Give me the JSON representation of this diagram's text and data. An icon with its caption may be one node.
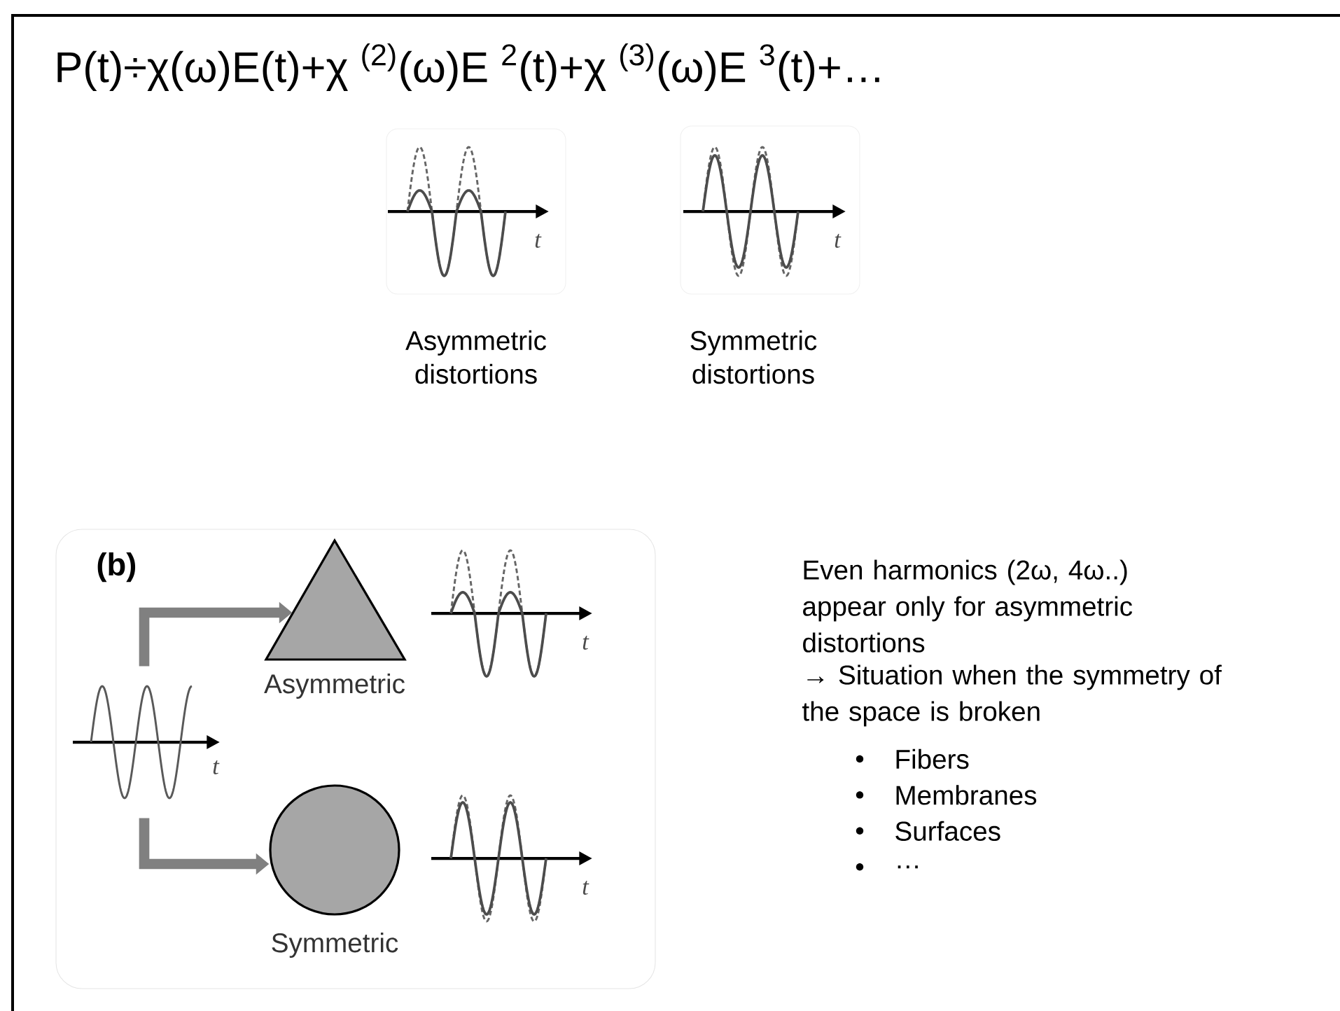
{
  "diagram": {
    "title": "P(t)÷χ(ω)E(t)+χ $^{(2)}$(ω)E $^{2}$(t)+χ $^{(3)}$(ω)E $^{3}$(t)+…",
    "nodes": [
      {
        "text": [
          "(b)"
        ]
      },
      {
        "text": [],
        "shape": "picture",
        "in": 0
      },
      {
        "text": [
          "Asymmetric"
        ],
        "in": 0
      },
      {
        "text": [
          "Symmetric"
        ],
        "in": 0
      }
    ],
    "edges": [
      {
        "from": 1,
        "to": 2,
        "arrow": "to"
      },
      {
        "from": 1,
        "to": 3,
        "arrow": "to"
      }
    ],
    "labels": [
      "t",
      "t",
      "Asymmetric distortions",
      "Symmetric distortions",
      "t",
      "t",
      "t",
      "Even harmonics (2ω, 4ω..) appear only for asymmetric distortions",
      "→ Situation when the symmetry of the space is broken",
      "Fibers",
      "Membranes",
      "Surfaces",
      "…"
    ]
  }
}
